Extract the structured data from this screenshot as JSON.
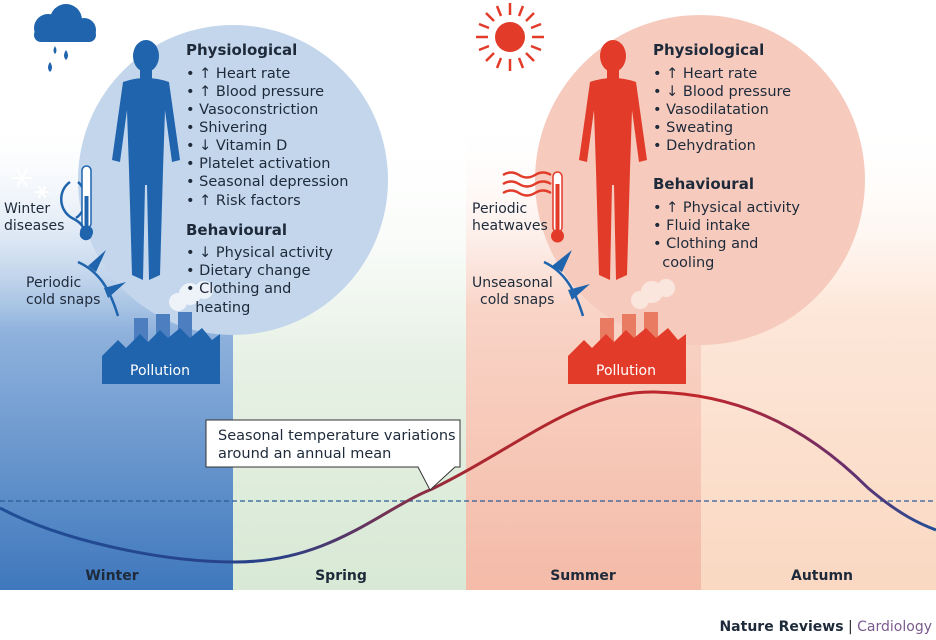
{
  "seasons": [
    "Winter",
    "Spring",
    "Summer",
    "Autumn"
  ],
  "callout_lines": [
    "Seasonal temperature variations",
    "around an annual mean"
  ],
  "cold": {
    "physiological_title": "Physiological",
    "physiological": [
      "• ↑ Heart rate",
      "• ↑ Blood pressure",
      "• Vasoconstriction",
      "• Shivering",
      "• ↓ Vitamin D",
      "• Platelet activation",
      "• Seasonal depression",
      "• ↑ Risk factors"
    ],
    "behavioural_title": "Behavioural",
    "behavioural": [
      "• ↓ Physical activity",
      "• Dietary change",
      "• Clothing and",
      "  heating"
    ],
    "side_label_1": [
      "Winter",
      "diseases"
    ],
    "side_label_2": [
      "Periodic",
      "cold snaps"
    ],
    "pollution": "Pollution"
  },
  "warm": {
    "physiological_title": "Physiological",
    "physiological": [
      "• ↑ Heart rate",
      "• ↓ Blood pressure",
      "• Vasodilatation",
      "• Sweating",
      "• Dehydration"
    ],
    "behavioural_title": "Behavioural",
    "behavioural": [
      "• ↑ Physical activity",
      "• Fluid intake",
      "• Clothing and",
      "  cooling"
    ],
    "side_label_1": [
      "Periodic",
      "heatwaves"
    ],
    "side_label_2": [
      "Unseasonal",
      "cold snaps"
    ],
    "pollution": "Pollution"
  },
  "credit": {
    "journal": "Nature Reviews",
    "separator": " | ",
    "section": "Cardiology"
  },
  "colors": {
    "cold": "#1f64ad",
    "warm": "#e23b2a",
    "cold_circle": "#c3d6ec",
    "warm_circle": "#f6cbbd",
    "winter_band": "#5d8fca",
    "spring_band": "#e3efe1",
    "summer_band": "#f7c9bb",
    "autumn_band": "#fbe0cd"
  },
  "icons": [
    "rain-cloud-icon",
    "sun-icon",
    "snowflake-icon",
    "stethoscope-icon",
    "thermometer-icon",
    "heatwave-icon",
    "cold-snap-icon",
    "factory-icon",
    "human-figure-icon"
  ]
}
